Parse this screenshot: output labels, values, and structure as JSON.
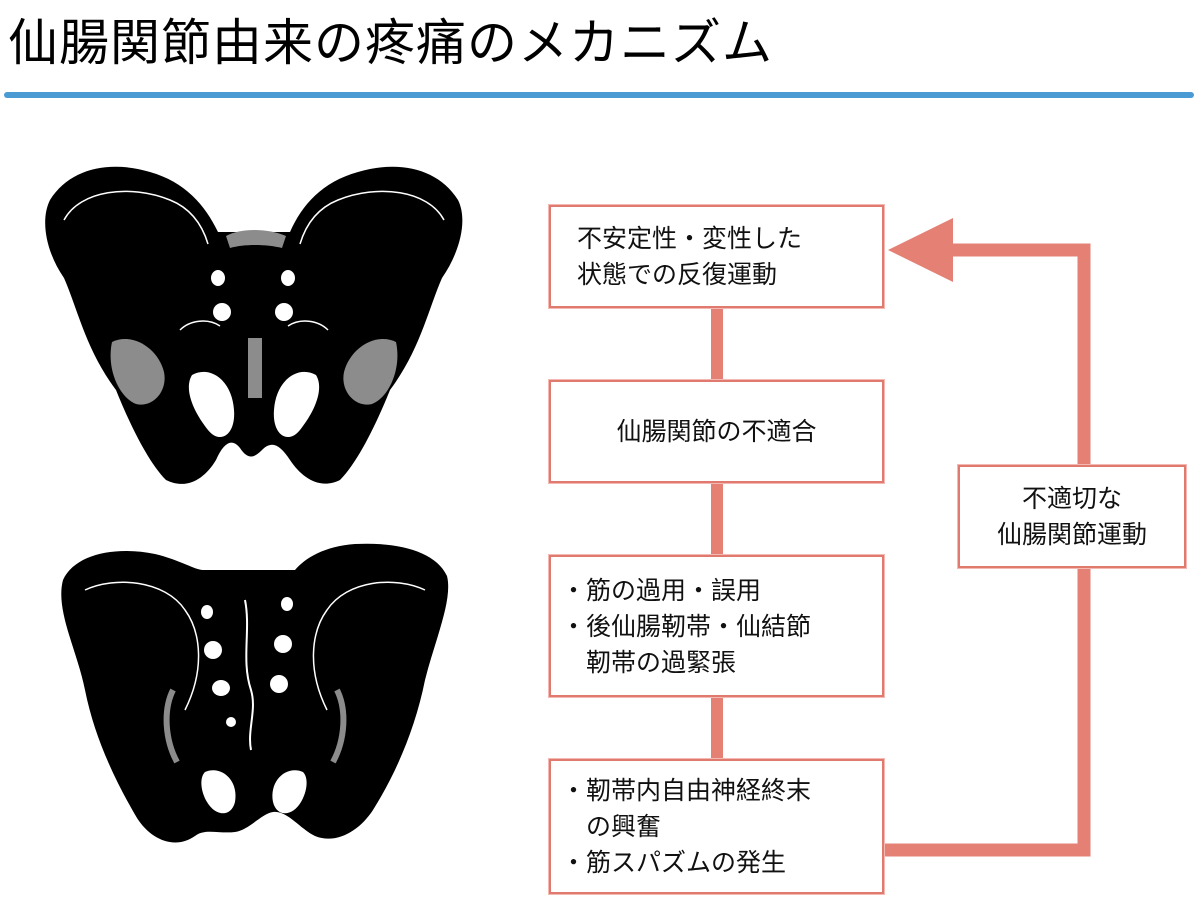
{
  "title": "仙腸関節由来の疼痛のメカニズム",
  "colors": {
    "rule": "#4a9bd4",
    "arrow": "#e48074",
    "box_border": "#e07a6e",
    "bone": "#000000",
    "joint_highlight": "#8c8c8c"
  },
  "flow": {
    "box1": {
      "lines": [
        "不安定性・変性した",
        "状態での反復運動"
      ]
    },
    "box2": {
      "lines": [
        "仙腸関節の不適合"
      ]
    },
    "box3": {
      "lines": [
        "・筋の過用・誤用",
        "・後仙腸靭帯・仙結節",
        "　靭帯の過緊張"
      ]
    },
    "box4": {
      "lines": [
        "・靭帯内自由神経終末",
        "　の興奮",
        "・筋スパズムの発生"
      ]
    },
    "loop_label": {
      "lines": [
        "不適切な",
        "仙腸関節運動"
      ]
    }
  }
}
